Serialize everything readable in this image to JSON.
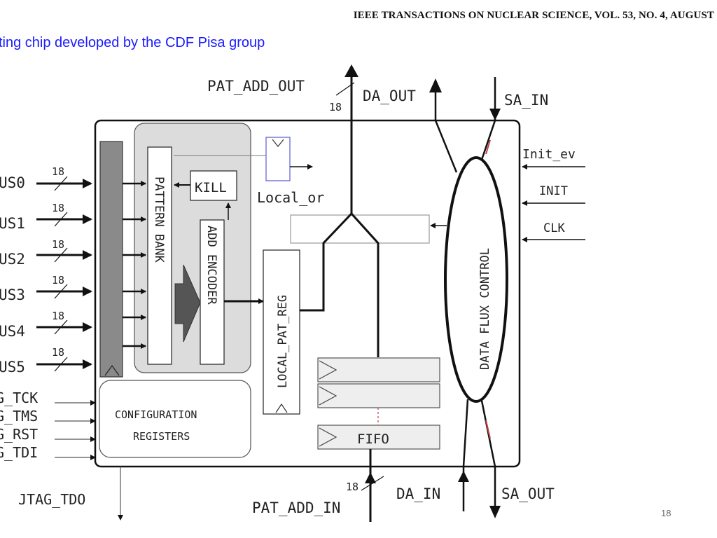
{
  "header": "IEEE TRANSACTIONS ON NUCLEAR SCIENCE, VOL. 53, NO. 4, AUGUST",
  "subtitle": "ting chip developed by the CDF Pisa group",
  "page_number": "18",
  "colors": {
    "subtitle": "#1a1aff",
    "panel": "#dcdcdc",
    "bus": "#8a8a8a",
    "arrow_fill": "#555555"
  },
  "diagram": {
    "blocks": {
      "pattern_bank": "PATTERN BANK",
      "kill": "KILL",
      "add_encoder": "ADD ENCODER",
      "local_pat_reg": "LOCAL_PAT_REG",
      "config_line1": "CONFIGURATION",
      "config_line2": "REGISTERS",
      "fifo": "FIFO",
      "data_flux": "DATA FLUX CONTROL"
    },
    "signals": {
      "pat_add_out": "PAT_ADD_OUT",
      "da_out": "DA_OUT",
      "sa_in": "SA_IN",
      "init_ev": "Init_ev",
      "init": "INIT",
      "clk": "CLK",
      "local_or": "Local_or",
      "jtag_tdo": "JTAG_TDO",
      "pat_add_in": "PAT_ADD_IN",
      "da_in": "DA_IN",
      "sa_out": "SA_OUT",
      "bus_width": "18"
    },
    "buses": [
      "US0",
      "US1",
      "US2",
      "US3",
      "US4",
      "US5"
    ],
    "jtag_inputs": [
      "G_TCK",
      "G_TMS",
      "G_RST",
      "G_TDI"
    ]
  }
}
